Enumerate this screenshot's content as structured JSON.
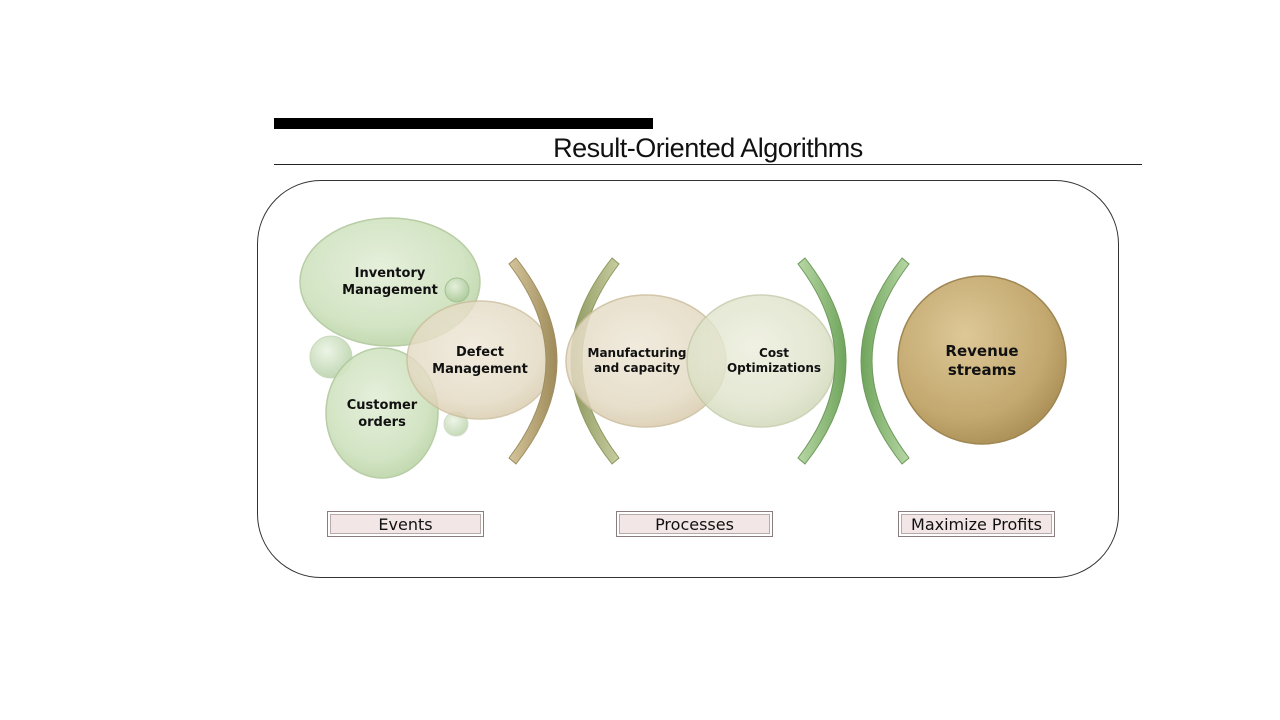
{
  "title": "Result-Oriented Algorithms",
  "bubbles": {
    "inventory": [
      "Inventory",
      "Management"
    ],
    "customer": [
      "Customer",
      "orders"
    ],
    "defect": [
      "Defect",
      "Management"
    ],
    "manufacturing": [
      "Manufacturing",
      "and capacity"
    ],
    "cost": [
      "Cost",
      "Optimizations"
    ],
    "revenue": [
      "Revenue",
      "streams"
    ]
  },
  "labels": {
    "events": "Events",
    "processes": "Processes",
    "profits": "Maximize Profits"
  },
  "colors": {
    "green_bubble": "#cfe2bf",
    "beige_bubble": "#e6dcc6",
    "revenue_bubble": "#c8ae78",
    "bracket_tan": "#b5a274",
    "bracket_green": "#8fba7f",
    "label_fill": "#f3e6e6"
  }
}
